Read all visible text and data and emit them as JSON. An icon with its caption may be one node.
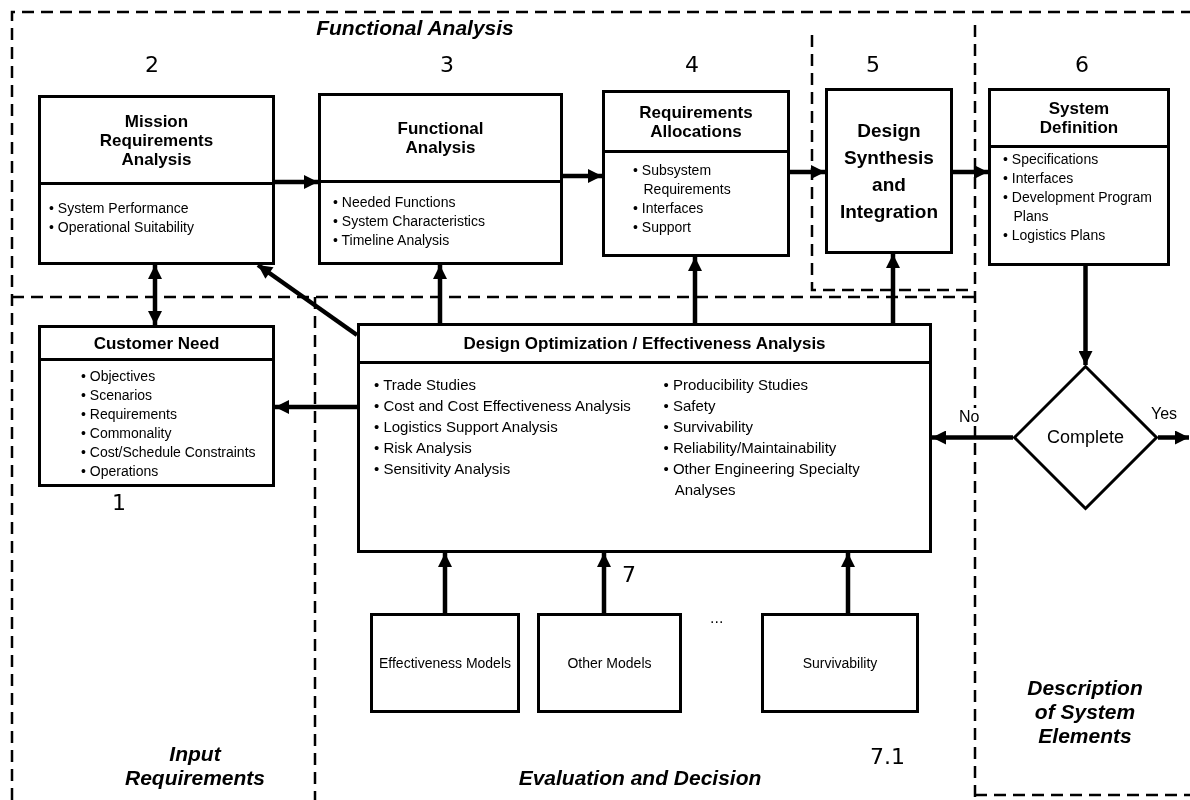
{
  "diagram": {
    "nodes": [
      {
        "text": [
          "Mission Requirements Analysis",
          "• System Performance",
          "• Operational Suitability"
        ],
        "beside": [
          "2"
        ]
      },
      {
        "text": [
          "Functional Analysis",
          "• Needed Functions",
          "• System Characteristics",
          "• Timeline Analysis"
        ],
        "beside": [
          "3"
        ]
      },
      {
        "text": [
          "Requirements Allocations",
          "• Subsystem Requirements",
          "• Interfaces",
          "• Support"
        ],
        "beside": [
          "4"
        ]
      },
      {
        "text": [
          "Design Synthesis and Integration"
        ],
        "beside": [
          "5"
        ]
      },
      {
        "text": [
          "System Definition",
          "• Specifications",
          "• Interfaces",
          "• Development Program Plans",
          "• Logistics Plans"
        ],
        "beside": [
          "6"
        ]
      },
      {
        "text": [
          "Customer Need",
          "• Objectives",
          "• Scenarios",
          "• Requirements",
          "• Commonality",
          "• Cost/Schedule Constraints",
          "• Operations"
        ],
        "beside": [
          "1"
        ]
      },
      {
        "text": [
          "Design Optimization / Effectiveness Analysis",
          "• Trade Studies",
          "• Cost and Cost Effectiveness Analysis",
          "• Logistics Support Analysis",
          "• Risk Analysis",
          "• Sensitivity Analysis",
          "• Producibility Studies",
          "• Safety",
          "• Survivability",
          "• Reliability/Maintainability",
          "• Other Engineering Specialty Analyses"
        ]
      },
      {
        "text": [
          "Complete"
        ]
      },
      {
        "text": [
          "Effectiveness Models"
        ]
      },
      {
        "text": [
          "Other Models"
        ]
      },
      {
        "text": [
          "Survivability"
        ],
        "beside": [
          "7.1"
        ]
      }
    ],
    "edges": [
      {
        "from": 0,
        "to": 1,
        "arrow": "to"
      },
      {
        "from": 1,
        "to": 2,
        "arrow": "to"
      },
      {
        "from": 2,
        "to": 3,
        "arrow": "to"
      },
      {
        "from": 3,
        "to": 4,
        "arrow": "to"
      },
      {
        "from": 4,
        "to": 7,
        "arrow": "to"
      },
      {
        "from": 7,
        "to": 6,
        "arrow": "to",
        "label": "No"
      },
      {
        "from": 7,
        "to": null,
        "arrow": "to",
        "label": "Yes"
      },
      {
        "from": 5,
        "to": 0,
        "arrow": "both"
      },
      {
        "from": 6,
        "to": 0,
        "arrow": "to"
      },
      {
        "from": 6,
        "to": 1,
        "arrow": "to"
      },
      {
        "from": 6,
        "to": 2,
        "arrow": "to"
      },
      {
        "from": 6,
        "to": 3,
        "arrow": "to"
      },
      {
        "from": 6,
        "to": 5,
        "arrow": "to"
      },
      {
        "from": 8,
        "to": 6,
        "arrow": "to"
      },
      {
        "from": 9,
        "to": 6,
        "arrow": "to"
      },
      {
        "from": 10,
        "to": 6,
        "arrow": "to"
      }
    ],
    "labels": [
      "Functional Analysis",
      "Input Requirements",
      "Evaluation and Decision",
      "Description of System Elements",
      "7",
      "..."
    ]
  }
}
